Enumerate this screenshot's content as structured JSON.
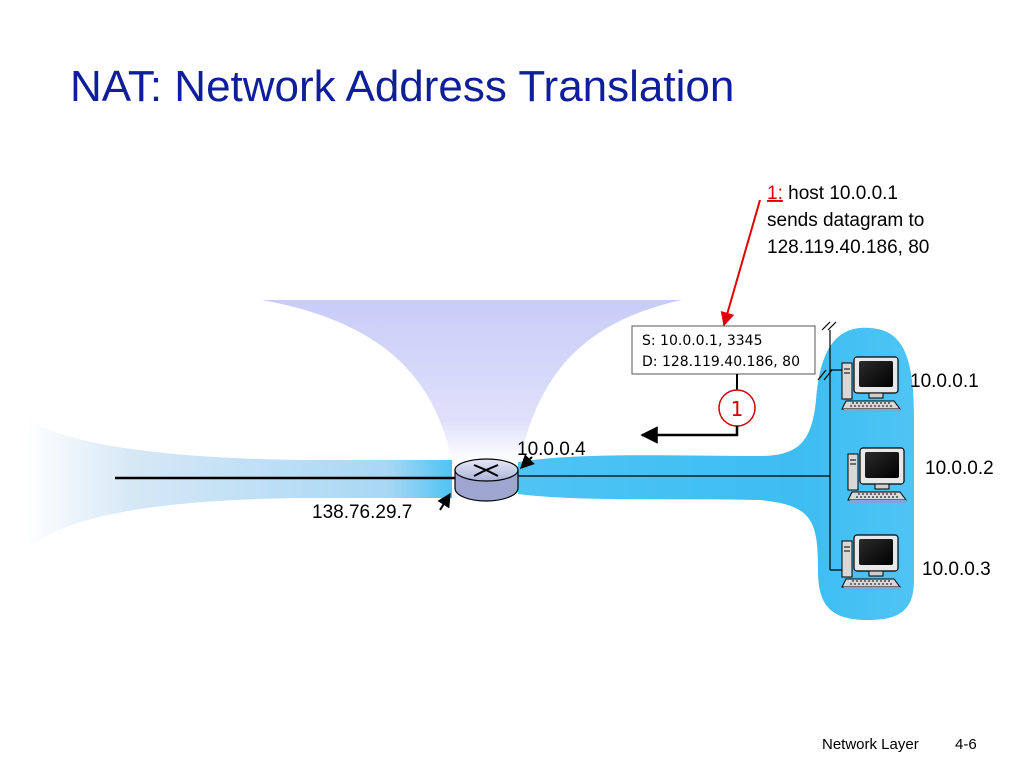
{
  "slide": {
    "title": "NAT: Network Address Translation",
    "footer_section": "Network Layer",
    "footer_page": "4-6"
  },
  "diagram": {
    "annotation": {
      "step_prefix": "1:",
      "line1_rest": " host 10.0.0.1",
      "line2": "sends datagram to",
      "line3": "128.119.40.186, 80"
    },
    "datagram": {
      "source": "S: 10.0.0.1, 3345",
      "destination": "D: 128.119.40.186, 80"
    },
    "step_marker": "1",
    "router": {
      "lan_address": "10.0.0.4",
      "wan_address": "138.76.29.7"
    },
    "hosts": [
      {
        "address": "10.0.0.1"
      },
      {
        "address": "10.0.0.2"
      },
      {
        "address": "10.0.0.3"
      }
    ],
    "colors": {
      "lan_cloud": "#4ec4f4",
      "wan_cloud": "#c4ddf3",
      "funnel": "#ccd0f8",
      "router": "#c8cde8",
      "arrow": "#e00000",
      "title": "#0f1e9a"
    }
  }
}
